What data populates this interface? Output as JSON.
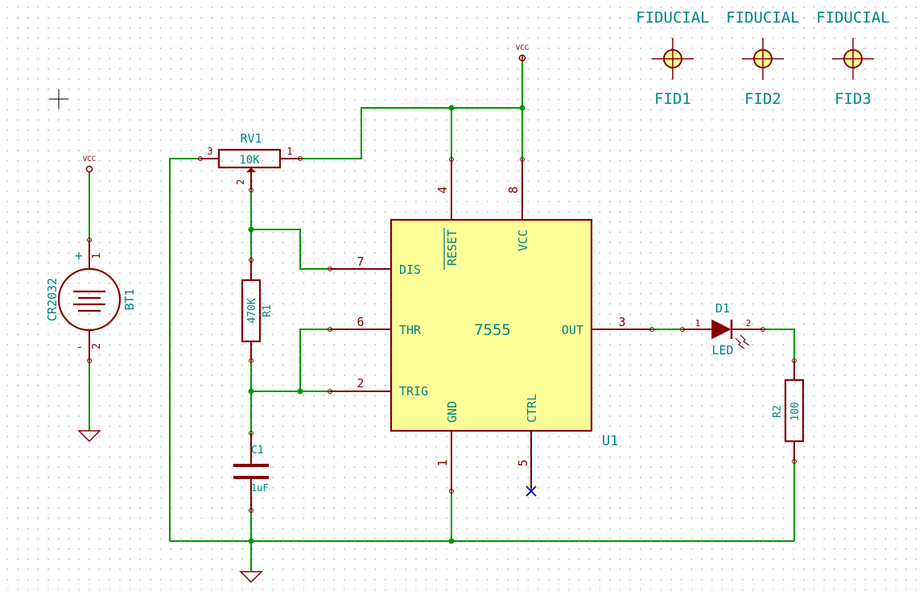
{
  "colors": {
    "wire": "#009900",
    "component": "#840000",
    "reference": "#008484",
    "ic_fill": "#ffff99",
    "noconnect": "#0000c8"
  },
  "power": {
    "vcc_label": "VCC"
  },
  "battery": {
    "ref": "BT1",
    "value": "CR2032",
    "pin_pos": "1",
    "pin_neg": "2",
    "plus_sign": "+",
    "minus_sign": "-"
  },
  "pot": {
    "ref": "RV1",
    "value": "10K",
    "pin1": "1",
    "pin2": "2",
    "pin3": "3"
  },
  "r1": {
    "ref": "R1",
    "value": "470K"
  },
  "c1": {
    "ref": "C1",
    "value": "1uF"
  },
  "ic": {
    "ref": "U1",
    "value": "7555",
    "pins": {
      "dis": {
        "name": "DIS",
        "num": "7"
      },
      "thr": {
        "name": "THR",
        "num": "6"
      },
      "trig": {
        "name": "TRIG",
        "num": "2"
      },
      "reset": {
        "name": "RESET",
        "num": "4"
      },
      "vcc": {
        "name": "VCC",
        "num": "8"
      },
      "out": {
        "name": "OUT",
        "num": "3"
      },
      "gnd": {
        "name": "GND",
        "num": "1"
      },
      "ctrl": {
        "name": "CTRL",
        "num": "5"
      }
    }
  },
  "d1": {
    "ref": "D1",
    "value": "LED",
    "pin1": "1",
    "pin2": "2"
  },
  "r2": {
    "ref": "R2",
    "value": "100"
  },
  "fiducials": [
    {
      "label": "FIDUCIAL",
      "ref": "FID1"
    },
    {
      "label": "FIDUCIAL",
      "ref": "FID2"
    },
    {
      "label": "FIDUCIAL",
      "ref": "FID3"
    }
  ]
}
